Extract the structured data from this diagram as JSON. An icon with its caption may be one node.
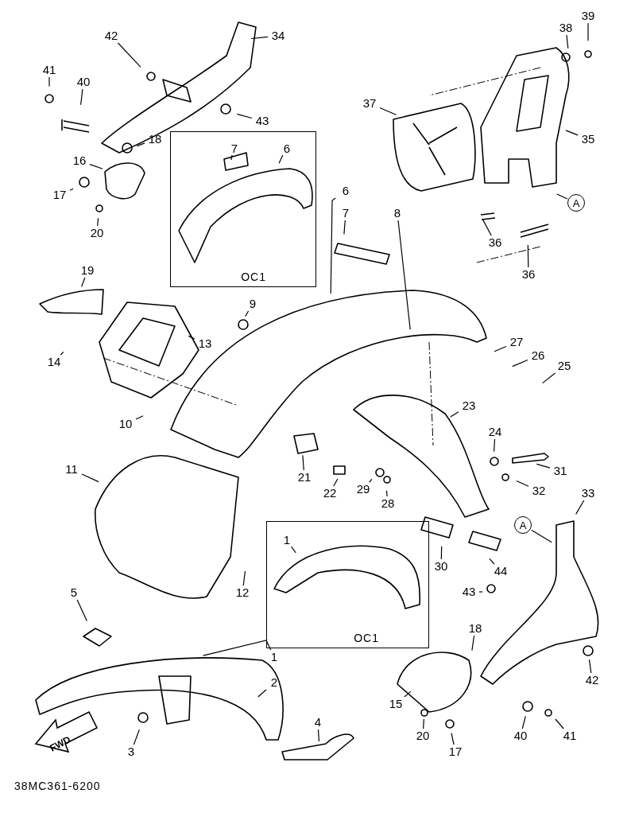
{
  "diagram": {
    "nodes": [
      {
        "text": [
          "39"
        ]
      },
      {
        "text": [
          "38"
        ]
      },
      {
        "text": [
          "42"
        ]
      },
      {
        "text": [
          "34"
        ]
      },
      {
        "text": [
          "41"
        ]
      },
      {
        "text": [
          "40"
        ]
      },
      {
        "text": [
          "37"
        ]
      },
      {
        "text": [
          "43"
        ]
      },
      {
        "text": [
          "18"
        ]
      },
      {
        "text": [
          "35"
        ]
      },
      {
        "text": [
          "OC1"
        ]
      },
      {
        "text": [
          "7"
        ],
        "in": 10
      },
      {
        "text": [
          "6"
        ],
        "in": 10
      },
      {
        "text": [
          "16"
        ]
      },
      {
        "text": [
          "6"
        ]
      },
      {
        "text": [
          "17"
        ]
      },
      {
        "text": [
          "A"
        ]
      },
      {
        "text": [
          "7"
        ]
      },
      {
        "text": [
          "8"
        ]
      },
      {
        "text": [
          "20"
        ]
      },
      {
        "text": [
          "36"
        ]
      },
      {
        "text": [
          "19"
        ]
      },
      {
        "text": [
          "36"
        ]
      },
      {
        "text": [
          "9"
        ]
      },
      {
        "text": [
          "27"
        ]
      },
      {
        "text": [
          "13"
        ]
      },
      {
        "text": [
          "26"
        ]
      },
      {
        "text": [
          "14"
        ]
      },
      {
        "text": [
          "25"
        ]
      },
      {
        "text": [
          "23"
        ]
      },
      {
        "text": [
          "10"
        ]
      },
      {
        "text": [
          "24"
        ]
      },
      {
        "text": [
          "11"
        ]
      },
      {
        "text": [
          "31"
        ]
      },
      {
        "text": [
          "21"
        ]
      },
      {
        "text": [
          "29"
        ]
      },
      {
        "text": [
          "32"
        ]
      },
      {
        "text": [
          "33"
        ]
      },
      {
        "text": [
          "22"
        ]
      },
      {
        "text": [
          "28"
        ]
      },
      {
        "text": [
          "OC1"
        ]
      },
      {
        "text": [
          "1"
        ],
        "in": 40
      },
      {
        "text": [
          "A"
        ]
      },
      {
        "text": [
          "30"
        ]
      },
      {
        "text": [
          "44"
        ]
      },
      {
        "text": [
          "12"
        ]
      },
      {
        "text": [
          "5"
        ]
      },
      {
        "text": [
          "43"
        ]
      },
      {
        "text": [
          "18"
        ]
      },
      {
        "text": [
          "1"
        ]
      },
      {
        "text": [
          "42"
        ]
      },
      {
        "text": [
          "2"
        ]
      },
      {
        "text": [
          "15"
        ]
      },
      {
        "text": [
          "4"
        ]
      },
      {
        "text": [
          "20"
        ]
      },
      {
        "text": [
          "40"
        ]
      },
      {
        "text": [
          "41"
        ]
      },
      {
        "text": [
          "3"
        ]
      },
      {
        "text": [
          "17"
        ]
      }
    ],
    "edges": [
      {
        "from": 0,
        "to": null,
        "arrow": "none"
      },
      {
        "from": 1,
        "to": null,
        "arrow": "none"
      },
      {
        "from": 2,
        "to": null,
        "arrow": "none"
      },
      {
        "from": 3,
        "to": null,
        "arrow": "none"
      },
      {
        "from": 4,
        "to": null,
        "arrow": "none"
      },
      {
        "from": 5,
        "to": null,
        "arrow": "none"
      },
      {
        "from": 6,
        "to": null,
        "arrow": "none"
      },
      {
        "from": 7,
        "to": null,
        "arrow": "none"
      },
      {
        "from": 8,
        "to": null,
        "arrow": "none"
      },
      {
        "from": 9,
        "to": null,
        "arrow": "none"
      },
      {
        "from": 11,
        "to": null,
        "arrow": "none"
      },
      {
        "from": 12,
        "to": null,
        "arrow": "none"
      },
      {
        "from": 13,
        "to": null,
        "arrow": "none"
      },
      {
        "from": 14,
        "to": null,
        "arrow": "none"
      },
      {
        "from": 15,
        "to": null,
        "arrow": "none"
      },
      {
        "from": 16,
        "to": null,
        "arrow": "none"
      },
      {
        "from": 17,
        "to": null,
        "arrow": "none"
      },
      {
        "from": 18,
        "to": null,
        "arrow": "none"
      },
      {
        "from": 19,
        "to": null,
        "arrow": "none"
      },
      {
        "from": 20,
        "to": null,
        "arrow": "none"
      },
      {
        "from": 21,
        "to": null,
        "arrow": "none"
      },
      {
        "from": 22,
        "to": null,
        "arrow": "none"
      },
      {
        "from": 23,
        "to": null,
        "arrow": "none"
      },
      {
        "from": 24,
        "to": null,
        "arrow": "none"
      },
      {
        "from": 25,
        "to": null,
        "arrow": "none"
      },
      {
        "from": 26,
        "to": null,
        "arrow": "none"
      },
      {
        "from": 27,
        "to": null,
        "arrow": "none"
      },
      {
        "from": 28,
        "to": null,
        "arrow": "none"
      },
      {
        "from": 29,
        "to": null,
        "arrow": "none"
      },
      {
        "from": 30,
        "to": null,
        "arrow": "none"
      },
      {
        "from": 31,
        "to": null,
        "arrow": "none"
      },
      {
        "from": 32,
        "to": null,
        "arrow": "none"
      },
      {
        "from": 33,
        "to": null,
        "arrow": "none"
      },
      {
        "from": 34,
        "to": null,
        "arrow": "none"
      },
      {
        "from": 35,
        "to": null,
        "arrow": "none"
      },
      {
        "from": 36,
        "to": null,
        "arrow": "none"
      },
      {
        "from": 37,
        "to": null,
        "arrow": "none"
      },
      {
        "from": 38,
        "to": null,
        "arrow": "none"
      },
      {
        "from": 39,
        "to": null,
        "arrow": "none"
      },
      {
        "from": 41,
        "to": null,
        "arrow": "none"
      },
      {
        "from": 42,
        "to": null,
        "arrow": "none"
      },
      {
        "from": 43,
        "to": null,
        "arrow": "none"
      },
      {
        "from": 44,
        "to": null,
        "arrow": "none"
      },
      {
        "from": 45,
        "to": null,
        "arrow": "none"
      },
      {
        "from": 46,
        "to": null,
        "arrow": "none"
      },
      {
        "from": 47,
        "to": null,
        "arrow": "none"
      },
      {
        "from": 48,
        "to": null,
        "arrow": "none"
      },
      {
        "from": 49,
        "to": null,
        "arrow": "none"
      },
      {
        "from": 50,
        "to": null,
        "arrow": "none"
      },
      {
        "from": 51,
        "to": null,
        "arrow": "none"
      },
      {
        "from": 52,
        "to": null,
        "arrow": "none"
      },
      {
        "from": 53,
        "to": null,
        "arrow": "none"
      },
      {
        "from": 54,
        "to": null,
        "arrow": "none"
      },
      {
        "from": 55,
        "to": null,
        "arrow": "none"
      },
      {
        "from": 56,
        "to": null,
        "arrow": "none"
      },
      {
        "from": 57,
        "to": null,
        "arrow": "none"
      },
      {
        "from": 58,
        "to": null,
        "arrow": "none"
      }
    ],
    "labels": [
      "FWD",
      "38MC361-6200"
    ]
  }
}
